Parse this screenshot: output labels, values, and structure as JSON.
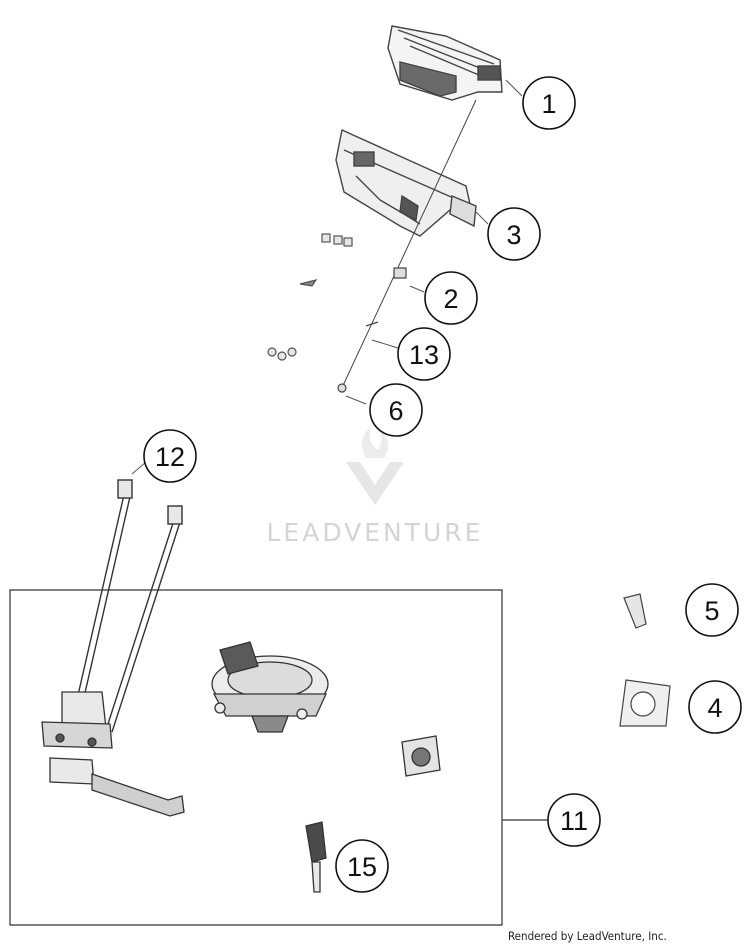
{
  "diagram": {
    "callouts": [
      {
        "id": "c1",
        "label": "1"
      },
      {
        "id": "c3",
        "label": "3"
      },
      {
        "id": "c2",
        "label": "2"
      },
      {
        "id": "c13",
        "label": "13"
      },
      {
        "id": "c6",
        "label": "6"
      },
      {
        "id": "c12",
        "label": "12"
      },
      {
        "id": "c5",
        "label": "5"
      },
      {
        "id": "c4",
        "label": "4"
      },
      {
        "id": "c11",
        "label": "11"
      },
      {
        "id": "c15",
        "label": "15"
      }
    ],
    "watermark": "LEADVENTURE",
    "credit": "Rendered by LeadVenture, Inc."
  }
}
